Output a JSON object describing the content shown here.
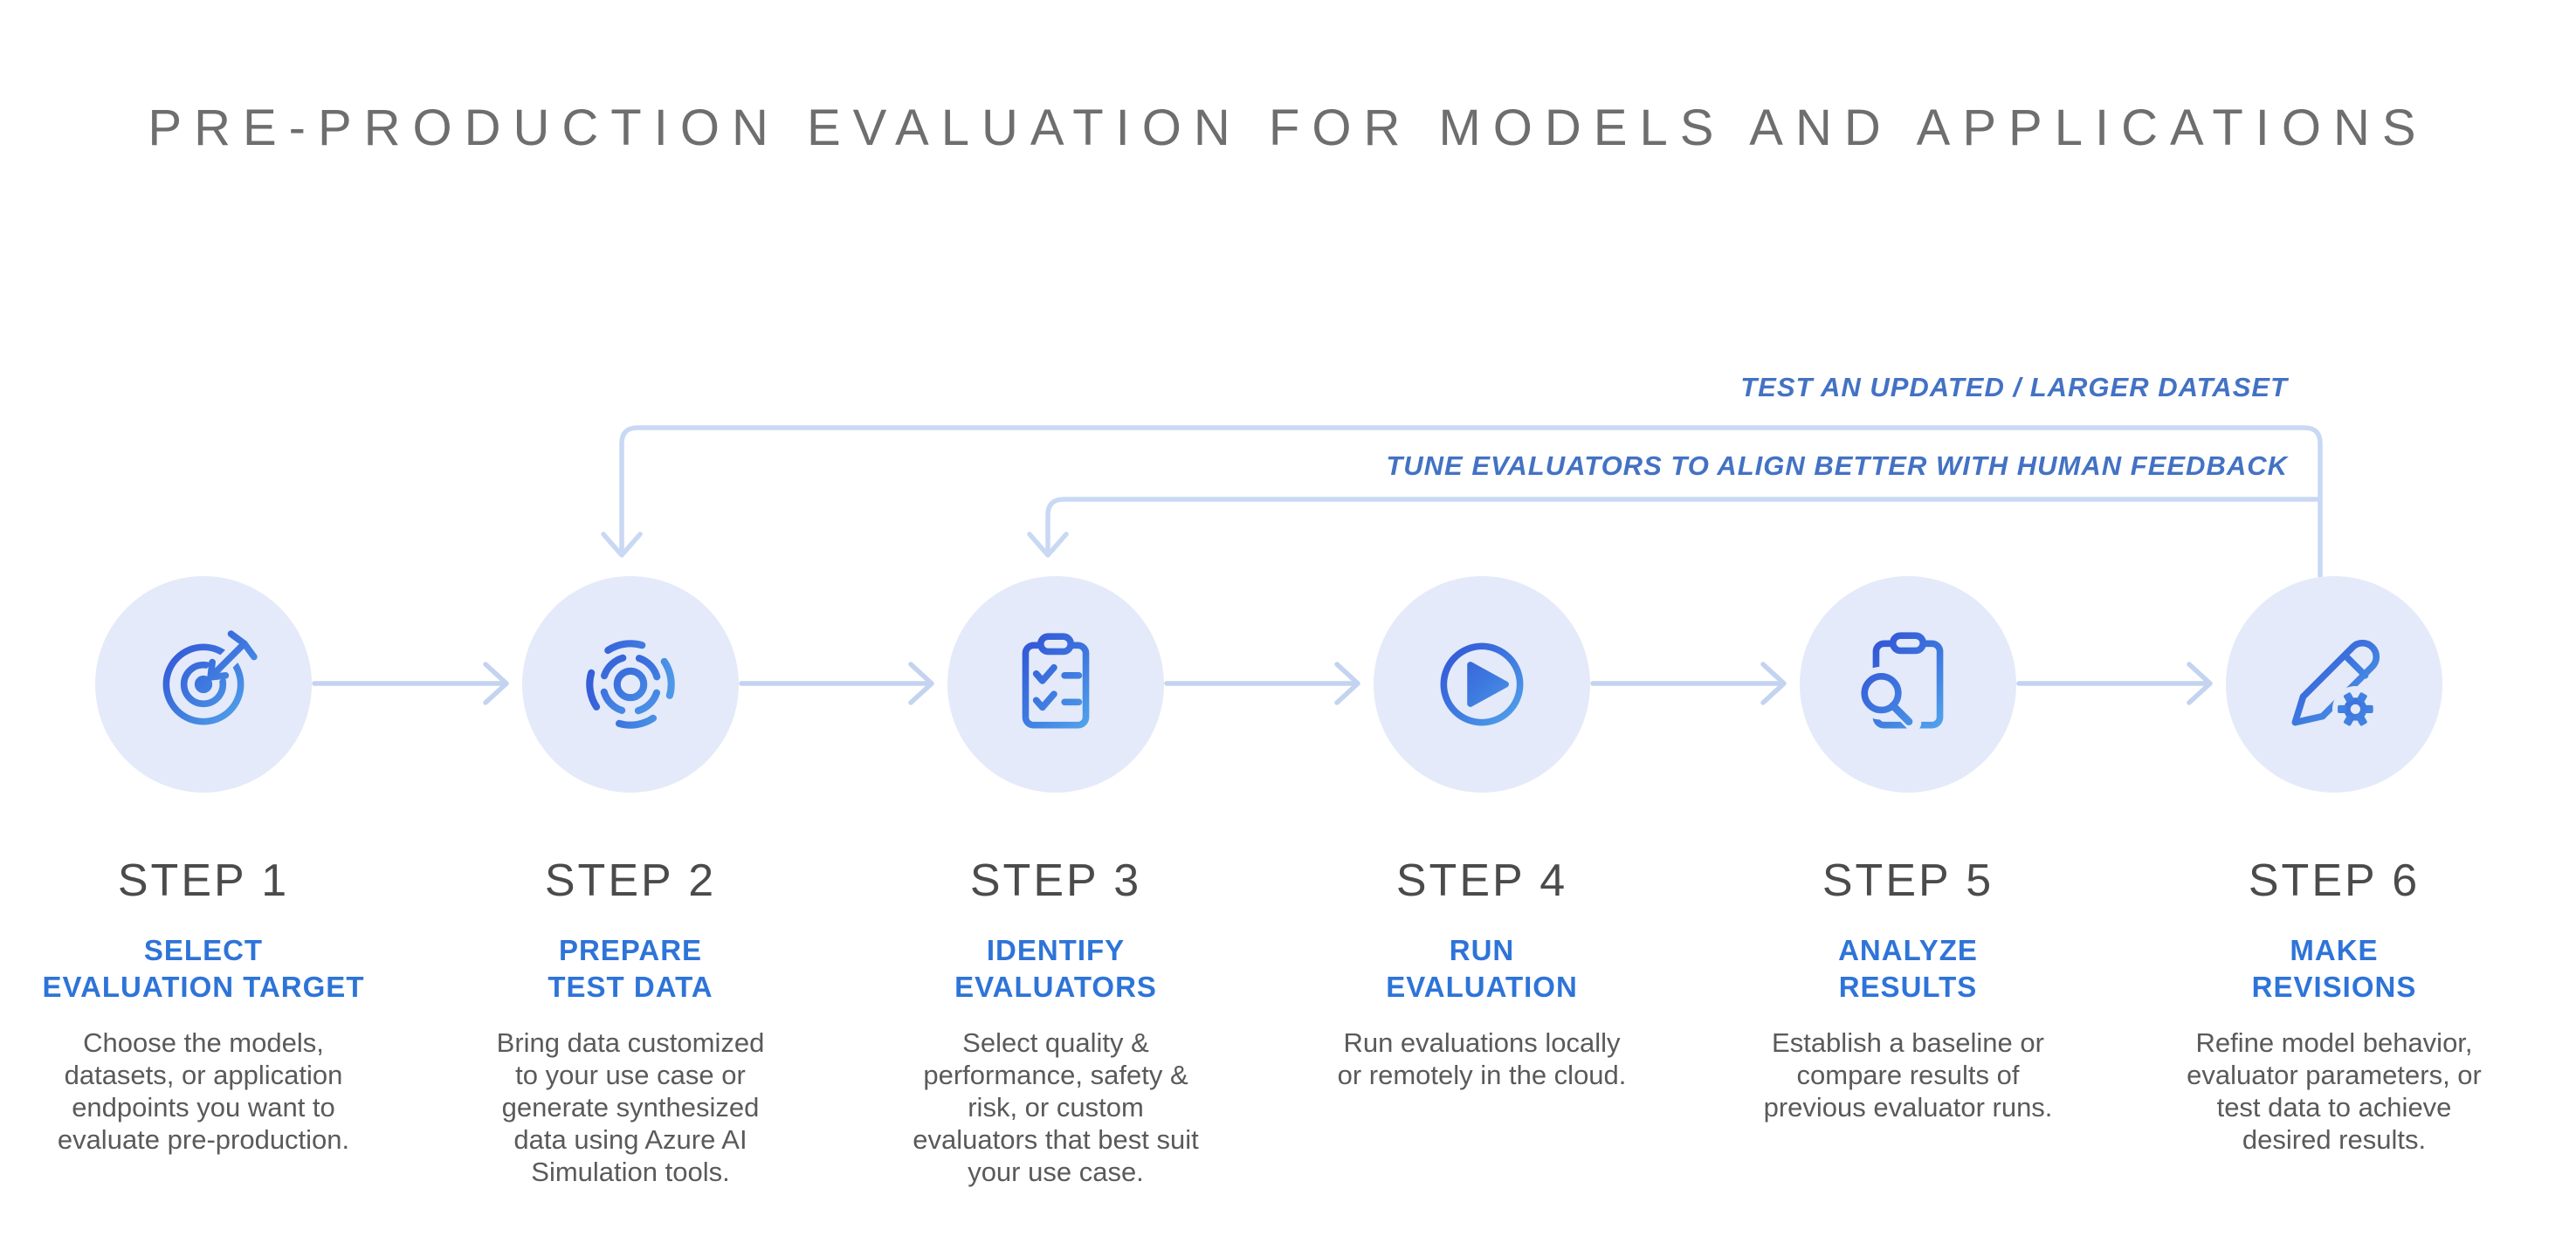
{
  "title": "PRE-PRODUCTION EVALUATION FOR MODELS AND APPLICATIONS",
  "feedback_loops": [
    {
      "label": "TEST AN UPDATED / LARGER DATASET",
      "from_step": "STEP 6",
      "to_step": "STEP 2"
    },
    {
      "label": "TUNE EVALUATORS TO ALIGN BETTER WITH HUMAN FEEDBACK",
      "from_step": "STEP 6",
      "to_step": "STEP 3"
    }
  ],
  "steps": [
    {
      "heading": "STEP 1",
      "label": "SELECT\nEVALUATION TARGET",
      "description": "Choose the models,\ndatasets, or application\nendpoints you want to\nevaluate pre-production.",
      "icon": "target-dart-icon"
    },
    {
      "heading": "STEP 2",
      "label": "PREPARE\nTEST DATA",
      "description": "Bring data customized\nto your use case or\ngenerate synthesized\ndata using Azure AI\nSimulation tools.",
      "icon": "simulation-pulse-icon"
    },
    {
      "heading": "STEP 3",
      "label": "IDENTIFY\nEVALUATORS",
      "description": "Select quality &\nperformance, safety &\nrisk, or custom\nevaluators that best suit\nyour use case.",
      "icon": "checklist-clipboard-icon"
    },
    {
      "heading": "STEP 4",
      "label": "RUN\nEVALUATION",
      "description": "Run evaluations locally\nor remotely in the cloud.",
      "icon": "play-circle-icon"
    },
    {
      "heading": "STEP 5",
      "label": "ANALYZE\nRESULTS",
      "description": "Establish a baseline or\ncompare results of\nprevious evaluator runs.",
      "icon": "clipboard-magnifier-icon"
    },
    {
      "heading": "STEP 6",
      "label": "MAKE\nREVISIONS",
      "description": "Refine model behavior,\nevaluator parameters, or\ntest data to achieve\ndesired results.",
      "icon": "pencil-gear-icon"
    }
  ],
  "colors": {
    "background": "#FFFFFF",
    "title_gray": "#6E6E6E",
    "step_heading_gray": "#4B4B4B",
    "description_gray": "#5A5A5A",
    "accent_blue": "#2E74D8",
    "loop_label_blue": "#4372C4",
    "circle_fill": "#E4EAF9",
    "connector_line": "#C3D3F0",
    "loop_line": "#C9D8F3",
    "icon_gradient_start": "#3050D5",
    "icon_gradient_end": "#55AAEC"
  }
}
